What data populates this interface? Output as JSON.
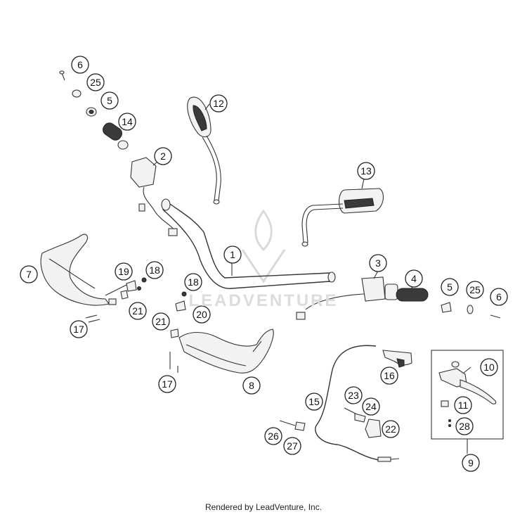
{
  "watermark": {
    "brand": "LEADVENTURE"
  },
  "credit": "Rendered by LeadVenture, Inc.",
  "callouts": [
    {
      "id": "c1",
      "label": "1"
    },
    {
      "id": "c2",
      "label": "2"
    },
    {
      "id": "c3",
      "label": "3"
    },
    {
      "id": "c4a",
      "label": "4"
    },
    {
      "id": "c5a",
      "label": "5"
    },
    {
      "id": "c5b",
      "label": "5"
    },
    {
      "id": "c6a",
      "label": "6"
    },
    {
      "id": "c6b",
      "label": "6"
    },
    {
      "id": "c7",
      "label": "7"
    },
    {
      "id": "c8",
      "label": "8"
    },
    {
      "id": "c9",
      "label": "9"
    },
    {
      "id": "c10",
      "label": "10"
    },
    {
      "id": "c11",
      "label": "11"
    },
    {
      "id": "c12",
      "label": "12"
    },
    {
      "id": "c13",
      "label": "13"
    },
    {
      "id": "c14",
      "label": "14"
    },
    {
      "id": "c15",
      "label": "15"
    },
    {
      "id": "c16",
      "label": "16"
    },
    {
      "id": "c17a",
      "label": "17"
    },
    {
      "id": "c17b",
      "label": "17"
    },
    {
      "id": "c18a",
      "label": "18"
    },
    {
      "id": "c18b",
      "label": "18"
    },
    {
      "id": "c19",
      "label": "19"
    },
    {
      "id": "c20",
      "label": "20"
    },
    {
      "id": "c21a",
      "label": "21"
    },
    {
      "id": "c21b",
      "label": "21"
    },
    {
      "id": "c22",
      "label": "22"
    },
    {
      "id": "c23",
      "label": "23"
    },
    {
      "id": "c24",
      "label": "24"
    },
    {
      "id": "c25a",
      "label": "25"
    },
    {
      "id": "c25b",
      "label": "25"
    },
    {
      "id": "c26",
      "label": "26"
    },
    {
      "id": "c27",
      "label": "27"
    },
    {
      "id": "c28",
      "label": "28"
    }
  ]
}
